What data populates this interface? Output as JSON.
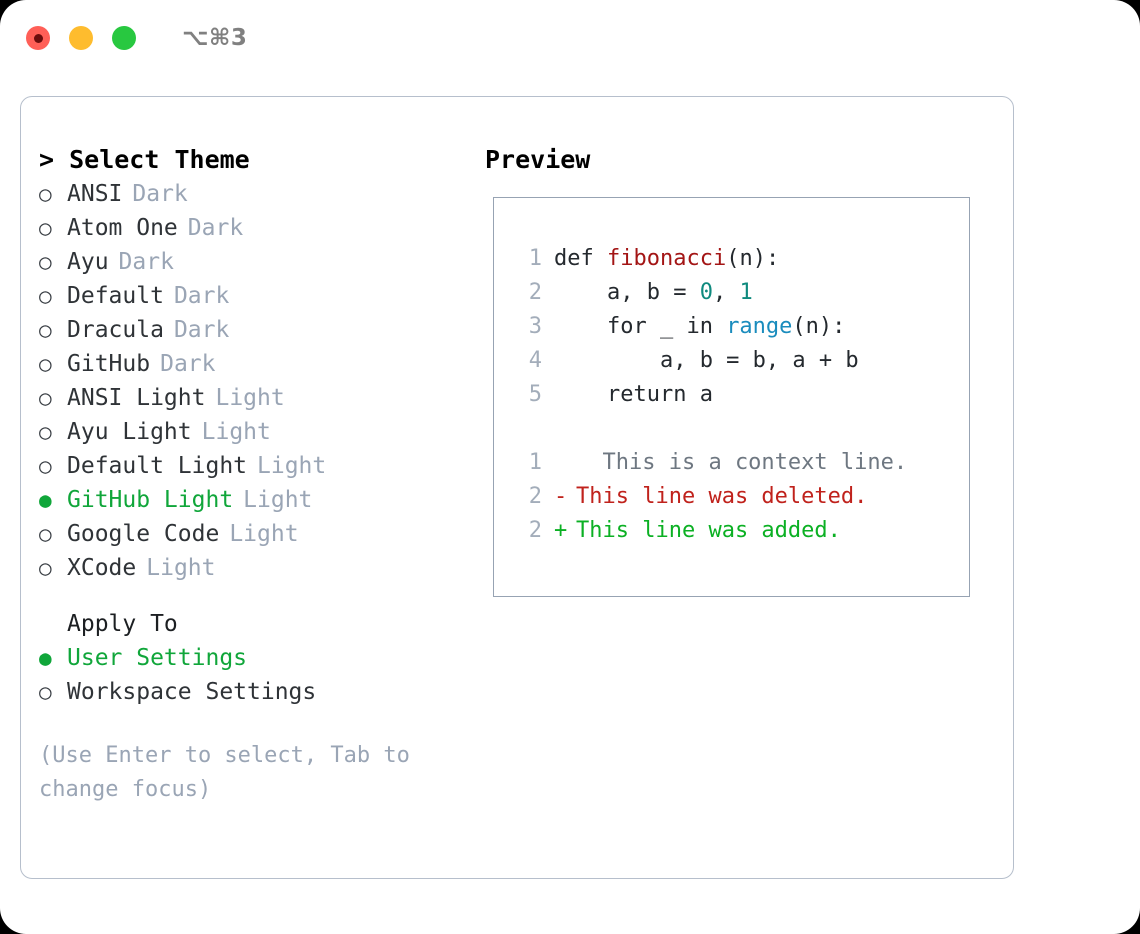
{
  "window": {
    "shortcut": "⌥⌘3",
    "traffic_lights": [
      {
        "name": "close-button",
        "color": "#ff5f57"
      },
      {
        "name": "minimize-button",
        "color": "#febc2e"
      },
      {
        "name": "maximize-button",
        "color": "#28c840"
      }
    ]
  },
  "theme_selector": {
    "header": "> Select Theme",
    "bullet_selected": "●",
    "bullet_unselected": "○",
    "options": [
      {
        "label": "ANSI",
        "tag": "Dark",
        "selected": false
      },
      {
        "label": "Atom One",
        "tag": "Dark",
        "selected": false
      },
      {
        "label": "Ayu",
        "tag": "Dark",
        "selected": false
      },
      {
        "label": "Default",
        "tag": "Dark",
        "selected": false
      },
      {
        "label": "Dracula",
        "tag": "Dark",
        "selected": false
      },
      {
        "label": "GitHub",
        "tag": "Dark",
        "selected": false
      },
      {
        "label": "ANSI Light",
        "tag": "Light",
        "selected": false
      },
      {
        "label": "Ayu Light",
        "tag": "Light",
        "selected": false
      },
      {
        "label": "Default Light",
        "tag": "Light",
        "selected": false
      },
      {
        "label": "GitHub Light",
        "tag": "Light",
        "selected": true
      },
      {
        "label": "Google Code",
        "tag": "Light",
        "selected": false
      },
      {
        "label": "XCode",
        "tag": "Light",
        "selected": false
      }
    ]
  },
  "apply_to": {
    "header": "Apply To",
    "options": [
      {
        "label": "User Settings",
        "selected": true
      },
      {
        "label": "Workspace Settings",
        "selected": false
      }
    ]
  },
  "hint": {
    "line1": "(Use Enter to select, Tab to",
    "line2": "change focus)"
  },
  "preview": {
    "title": "Preview",
    "code_lines": [
      {
        "no": "1",
        "segments": [
          {
            "t": "def ",
            "k": "plain"
          },
          {
            "t": "fibonacci",
            "k": "fn"
          },
          {
            "t": "(n):",
            "k": "plain"
          }
        ]
      },
      {
        "no": "2",
        "segments": [
          {
            "t": "    a, b = ",
            "k": "plain"
          },
          {
            "t": "0",
            "k": "num"
          },
          {
            "t": ", ",
            "k": "plain"
          },
          {
            "t": "1",
            "k": "num"
          }
        ]
      },
      {
        "no": "3",
        "segments": [
          {
            "t": "    for _ in ",
            "k": "plain"
          },
          {
            "t": "range",
            "k": "builtin"
          },
          {
            "t": "(n):",
            "k": "plain"
          }
        ]
      },
      {
        "no": "4",
        "segments": [
          {
            "t": "        a, b = b, a + b",
            "k": "plain"
          }
        ]
      },
      {
        "no": "5",
        "segments": [
          {
            "t": "    return a",
            "k": "plain"
          }
        ]
      }
    ],
    "diff_lines": [
      {
        "no": "1",
        "mark": " ",
        "text": "  This is a context line.",
        "kind": "context"
      },
      {
        "no": "2",
        "mark": "-",
        "text": "This line was deleted.",
        "kind": "deleted"
      },
      {
        "no": "2",
        "mark": "+",
        "text": "This line was added.",
        "kind": "added"
      }
    ]
  },
  "colors": {
    "accent_green": "#10a63a",
    "muted": "#9aa5b5",
    "diff_added": "#0bb023",
    "diff_deleted": "#c0221c",
    "syntax_function": "#a31515",
    "syntax_number": "#0f8a7e",
    "syntax_builtin": "#1a8cbd"
  }
}
